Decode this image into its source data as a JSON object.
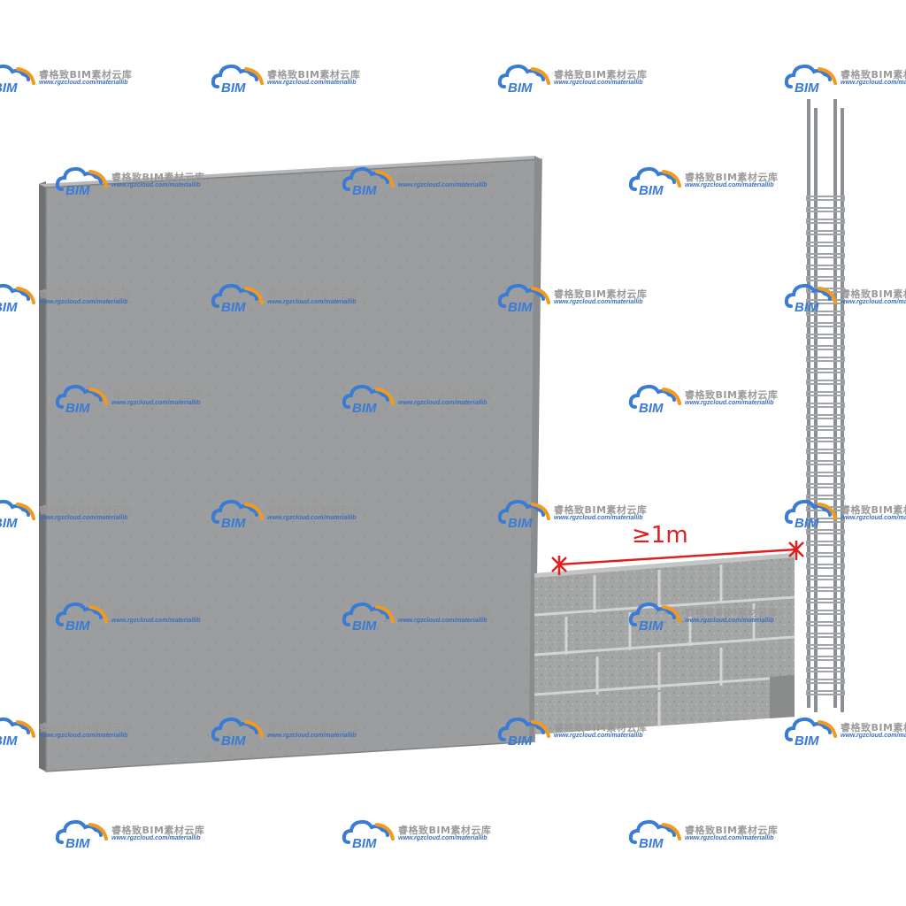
{
  "annotation": {
    "dimension_label": "≥1m"
  },
  "watermark": {
    "brand": "BIM",
    "company": "睿格致BIM素材云库",
    "url": "www.rgzcloud.com/materiallib"
  },
  "colors": {
    "concrete": "#9a9c9d",
    "concrete_edge": "#7b7d7f",
    "block": "#a3a4a4",
    "mortar": "#d2d3d3",
    "rebar": "#8c9094",
    "dimension": "#e0201f",
    "logo_blue": "#3a7bd5",
    "logo_orange": "#f29a1f"
  },
  "objects": [
    "concrete-wall",
    "block-masonry",
    "rebar-column-cage"
  ]
}
